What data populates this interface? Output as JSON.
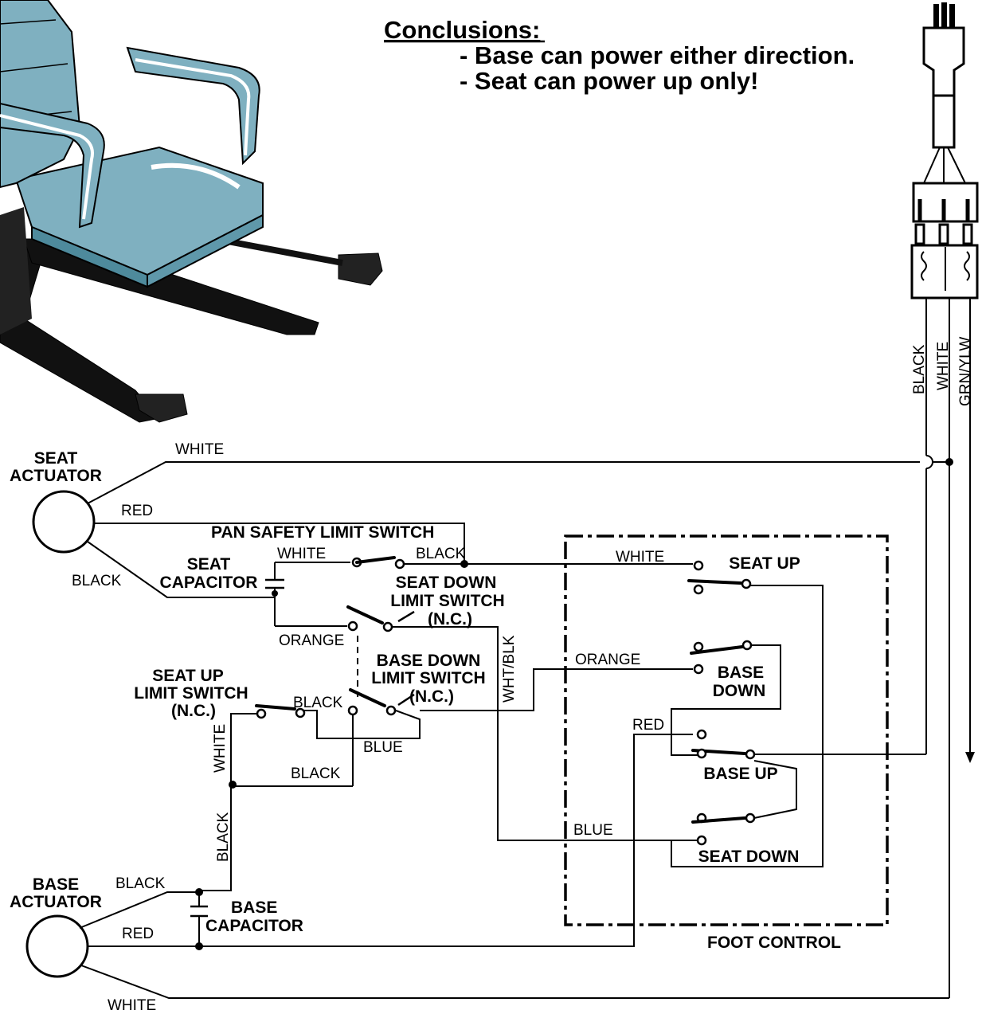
{
  "conclusions": {
    "heading": "Conclusions:",
    "line1": "- Base can power either direction.",
    "line2": "- Seat can power up only!"
  },
  "components": {
    "seat_actuator": [
      "SEAT",
      "ACTUATOR"
    ],
    "base_actuator": [
      "BASE",
      "ACTUATOR"
    ],
    "seat_capacitor": [
      "SEAT",
      "CAPACITOR"
    ],
    "base_capacitor": [
      "BASE",
      "CAPACITOR"
    ],
    "pan_safety": "PAN SAFETY LIMIT SWITCH",
    "seat_down_limit": [
      "SEAT DOWN",
      "LIMIT SWITCH",
      "(N.C.)"
    ],
    "base_down_limit": [
      "BASE DOWN",
      "LIMIT SWITCH",
      "(N.C.)"
    ],
    "seat_up_limit": [
      "SEAT UP",
      "LIMIT SWITCH",
      "(N.C.)"
    ],
    "foot_control": "FOOT CONTROL",
    "seat_up_sw": "SEAT UP",
    "base_down_sw": [
      "BASE",
      "DOWN"
    ],
    "base_up_sw": "BASE UP",
    "seat_down_sw": "SEAT DOWN"
  },
  "wires": {
    "white": "WHITE",
    "red": "RED",
    "black": "BLACK",
    "orange": "ORANGE",
    "blue": "BLUE",
    "wht_blk": "WHT/BLK",
    "grn_ylw": "GRN/YLW"
  },
  "colors": {
    "chair": "#7fb0c0",
    "chair_dark": "#4e8a9c",
    "base": "#111111"
  }
}
